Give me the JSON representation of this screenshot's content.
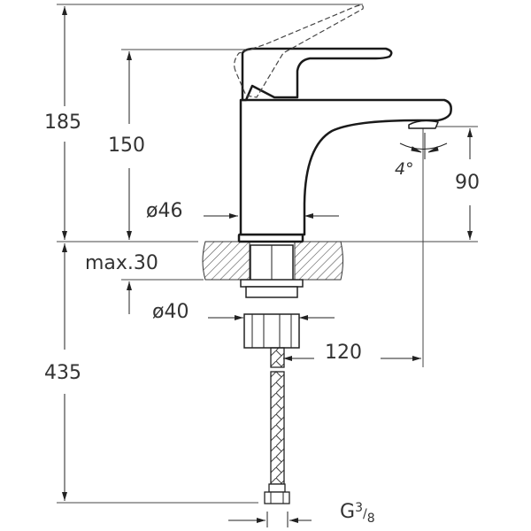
{
  "drawing": {
    "subject": "basin mixer faucet",
    "line_color": "#222222",
    "hatch_color": "#555555",
    "dimensions": {
      "total_height": "185",
      "body_height": "150",
      "body_diameter": "ø46",
      "spout_height": "90",
      "spout_angle": "4°",
      "max_counter_thickness": "max.30",
      "shank_diameter": "ø40",
      "spout_reach": "120",
      "hose_length": "435",
      "connection_thread": "G",
      "thread_num": "3",
      "thread_den": "8"
    }
  }
}
